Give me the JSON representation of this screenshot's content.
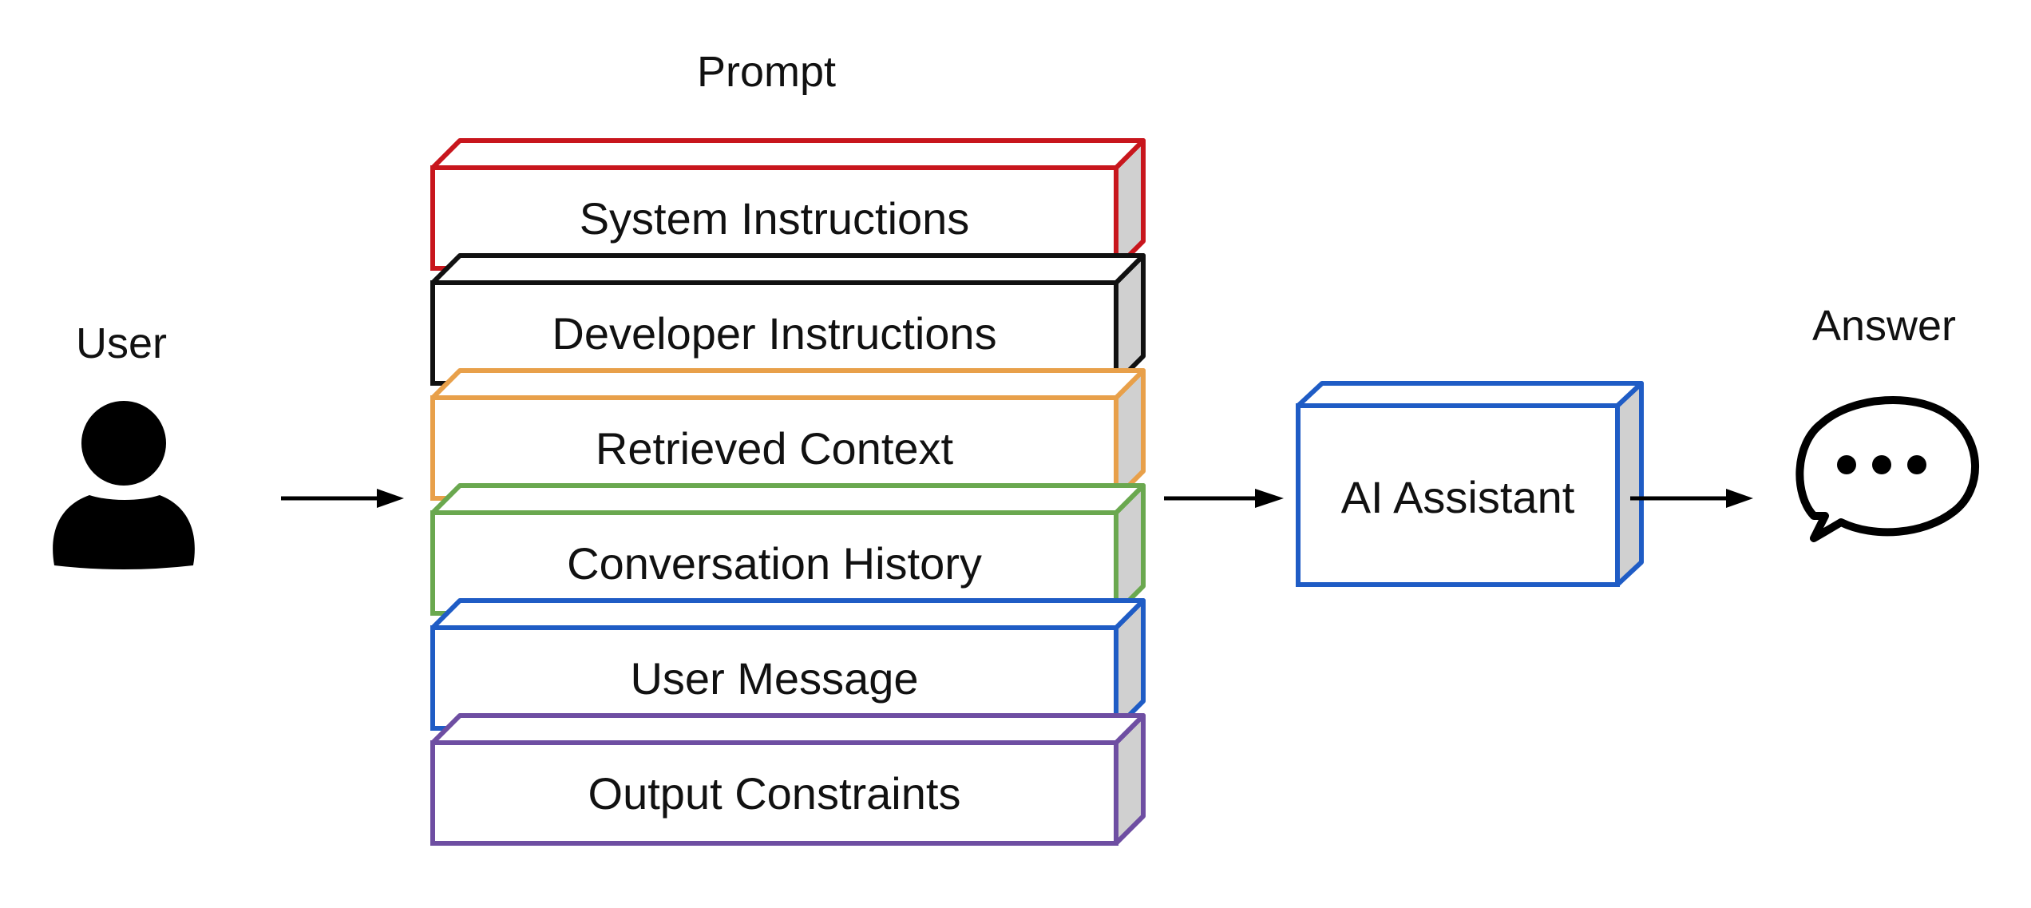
{
  "diagram": {
    "labels": {
      "user": "User",
      "prompt": "Prompt",
      "answer": "Answer"
    },
    "prompt_layers": [
      {
        "label": "System Instructions",
        "color": "#c8161d"
      },
      {
        "label": "Developer Instructions",
        "color": "#111111"
      },
      {
        "label": "Retrieved Context",
        "color": "#e8a04a"
      },
      {
        "label": "Conversation History",
        "color": "#6aa84f"
      },
      {
        "label": "User Message",
        "color": "#1f5cc5"
      },
      {
        "label": "Output Constraints",
        "color": "#6e4ea2"
      }
    ],
    "assistant": {
      "label": "AI Assistant",
      "color": "#1f5cc5"
    },
    "colors": {
      "side_face": "#d0d0d0",
      "icon": "#000000",
      "arrow": "#000000"
    },
    "icons": {
      "user": "user-silhouette-icon",
      "answer": "speech-bubble-ellipsis-icon"
    }
  }
}
